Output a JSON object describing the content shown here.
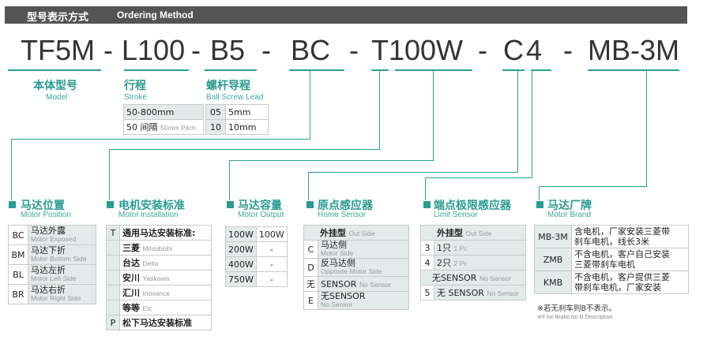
{
  "header": {
    "cn": "型号表示方式",
    "en": "Ordering Method"
  },
  "part_number": [
    "TF5M",
    "-",
    "L100",
    "-",
    "B5",
    "-",
    "BC",
    "-",
    "T100W",
    "-",
    "C",
    "4",
    "-",
    "MB-3M"
  ],
  "model": {
    "cn": "本体型号",
    "en": "Model"
  },
  "stroke": {
    "cn": "行程",
    "en": "Stroke",
    "rows": [
      "50-800mm",
      "50 间隔"
    ],
    "pitch_note": "50mm Pitch"
  },
  "lead": {
    "cn": "螺杆导程",
    "en": "Ball Screw Lead",
    "rows": [
      [
        "05",
        "5mm"
      ],
      [
        "10",
        "10mm"
      ]
    ]
  },
  "position": {
    "cn": "马达位置",
    "en": "Motor Position",
    "rows": [
      {
        "code": "BC",
        "cn": "马达外露",
        "en": "Motor Exposed"
      },
      {
        "code": "BM",
        "cn": "马达下折",
        "en": "Motor Bottom Side"
      },
      {
        "code": "BL",
        "cn": "马达左折",
        "en": "Motor Left Side"
      },
      {
        "code": "BR",
        "cn": "马达右折",
        "en": "Motor Right Side"
      }
    ]
  },
  "install": {
    "cn": "电机安装标准",
    "en": "Motor installation",
    "rows": [
      {
        "code": "T",
        "cn": "通用马达安装标准:",
        "en": ""
      },
      {
        "code": "",
        "cn": "三菱",
        "en": "Mitsubishi"
      },
      {
        "code": "",
        "cn": "台达",
        "en": "Delta"
      },
      {
        "code": "",
        "cn": "安川",
        "en": "Yaskawa"
      },
      {
        "code": "",
        "cn": "汇川",
        "en": "Inovance"
      },
      {
        "code": "",
        "cn": "等等",
        "en": "Etc"
      },
      {
        "code": "P",
        "cn": "松下马达安装标准",
        "en": ""
      }
    ]
  },
  "output": {
    "cn": "马达容量",
    "en": "Motor Output",
    "head": [
      "100W",
      "100W"
    ],
    "rows": [
      [
        "200W",
        "-"
      ],
      [
        "400W",
        "-"
      ],
      [
        "750W",
        "-"
      ]
    ]
  },
  "home": {
    "cn": "原点感应器",
    "en": "Home Sensor",
    "head_cn": "外挂型",
    "head_en": "Out Side",
    "rows": [
      {
        "code": "C",
        "cn": "马达侧",
        "en": "Motor Side"
      },
      {
        "code": "D",
        "cn": "反马达侧",
        "en": "Opposite Motor Side"
      },
      {
        "code": "无",
        "cn": "SENSOR",
        "en": "No Sensor"
      },
      {
        "code": "E",
        "cn": "无SENSOR",
        "en": "No Sensor"
      }
    ]
  },
  "limit": {
    "cn": "端点极限感应器",
    "en": "Limit Sensor",
    "head_cn": "外挂型",
    "head_en": "Out Side",
    "rows": [
      {
        "code": "3",
        "cn": "1只",
        "en": "1 Pc"
      },
      {
        "code": "4",
        "cn": "2只",
        "en": "2 Pc"
      },
      {
        "code": "",
        "cn": "无SENSOR",
        "en": "No Sensor"
      },
      {
        "code": "5",
        "cn": "无 SENSOR",
        "en": "No Sensor"
      }
    ]
  },
  "brand": {
    "cn": "马达厂牌",
    "en": "Motor Brand",
    "rows": [
      {
        "code": "MB-3M",
        "desc": [
          "含电机，厂家安装三菱带",
          "刹车电机，线长3米"
        ]
      },
      {
        "code": "ZMB",
        "desc": [
          "不含电机，客户自己安装",
          "三菱带刹车电机"
        ]
      },
      {
        "code": "KMB",
        "desc": [
          "不含电机，客户提供三菱",
          "带刹车电机，厂家安装"
        ]
      }
    ],
    "note_cn": "※若无刹车则B不表示。",
    "note_en": "※If No Brake,No B Description."
  },
  "colors": {
    "accent": "#2a9b90",
    "header_bg": "#545454",
    "cell_shade": "#e4eaea"
  }
}
